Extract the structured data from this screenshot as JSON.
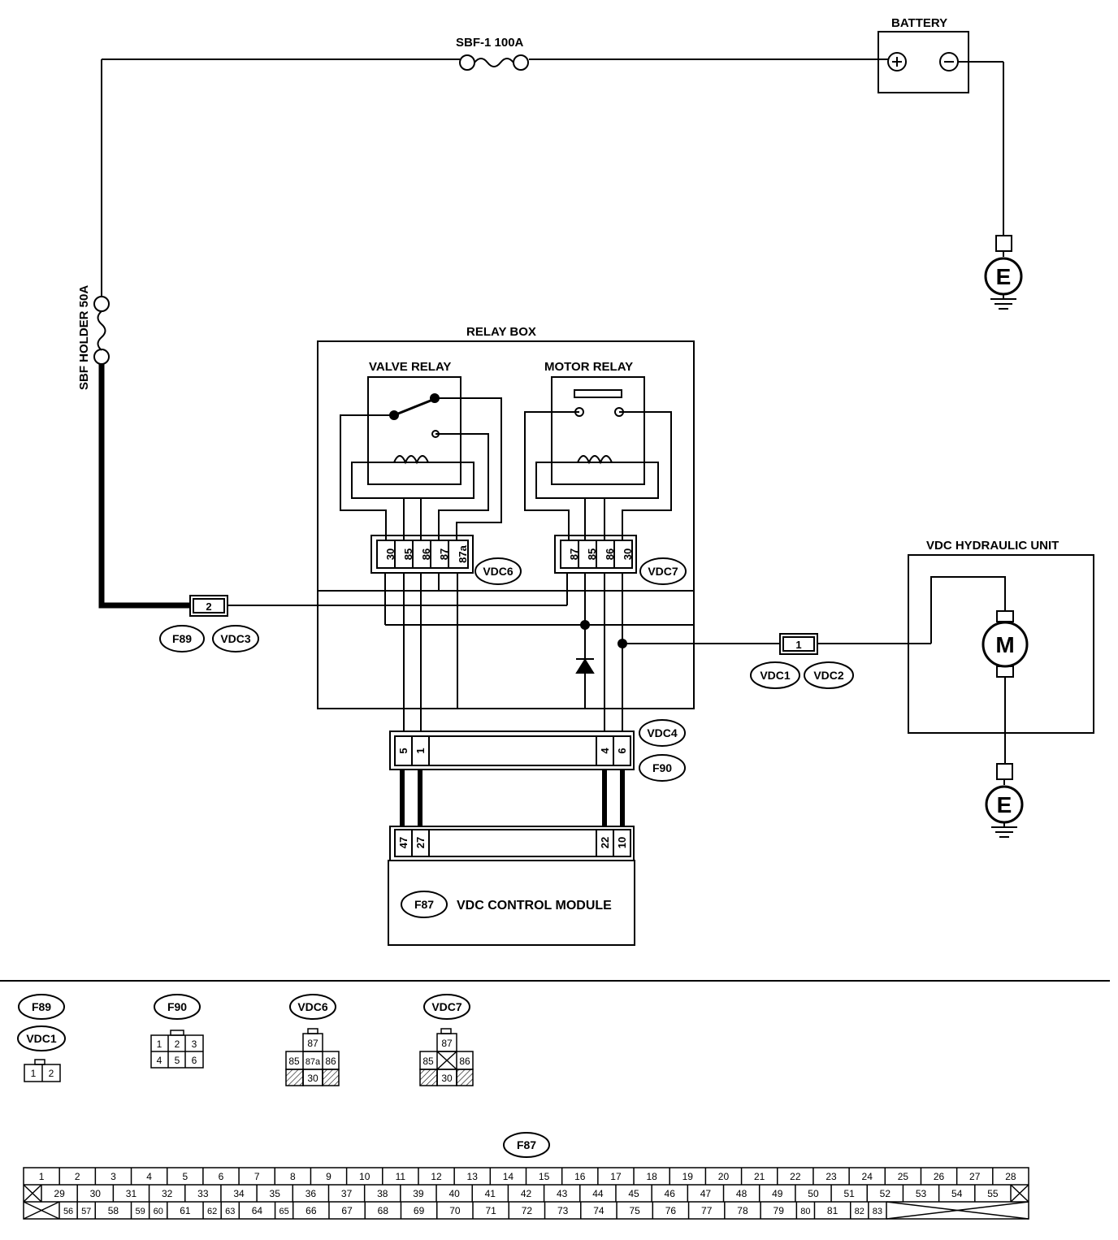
{
  "labels": {
    "battery": "BATTERY",
    "sbf1": "SBF-1 100A",
    "sbf_holder": "SBF HOLDER 50A",
    "relay_box": "RELAY BOX",
    "valve_relay": "VALVE RELAY",
    "motor_relay": "MOTOR RELAY",
    "vdc_hydraulic_unit": "VDC HYDRAULIC UNIT",
    "vdc_control_module": "VDC CONTROL MODULE",
    "ground_symbol": "E",
    "motor_symbol": "M",
    "plus": "⊕",
    "minus": "⊖"
  },
  "connectors": {
    "F89": "F89",
    "VDC3": "VDC3",
    "VDC1": "VDC1",
    "VDC2": "VDC2",
    "VDC6": "VDC6",
    "VDC7": "VDC7",
    "VDC4": "VDC4",
    "F90": "F90",
    "F87": "F87"
  },
  "pins": {
    "f89_pin": "2",
    "vdc1_pin": "1",
    "vdc6_pins": [
      "30",
      "85",
      "86",
      "87",
      "87a"
    ],
    "vdc7_pins": [
      "87",
      "85",
      "86",
      "30"
    ],
    "f90_pins_left": [
      "5",
      "1"
    ],
    "f90_pins_right": [
      "4",
      "6"
    ],
    "f87_pins_left": [
      "47",
      "27"
    ],
    "f87_pins_right": [
      "22",
      "10"
    ]
  },
  "legend": {
    "f89_vdc1_pins": [
      "1",
      "2"
    ],
    "f90_rows": [
      [
        "1",
        "2",
        "3"
      ],
      [
        "4",
        "5",
        "6"
      ]
    ],
    "vdc6_top": "87",
    "vdc6_mid": [
      "85",
      "87a",
      "86"
    ],
    "vdc6_bottom": "30",
    "vdc7_top": "87",
    "vdc7_mid": [
      "85",
      "86"
    ],
    "vdc7_bottom": "30",
    "f87_row1": [
      "1",
      "2",
      "3",
      "4",
      "5",
      "6",
      "7",
      "8",
      "9",
      "10",
      "11",
      "12",
      "13",
      "14",
      "15",
      "16",
      "17",
      "18",
      "19",
      "20",
      "21",
      "22",
      "23",
      "24",
      "25",
      "26",
      "27",
      "28"
    ],
    "f87_row2": [
      "29",
      "30",
      "31",
      "32",
      "33",
      "34",
      "35",
      "36",
      "37",
      "38",
      "39",
      "40",
      "41",
      "42",
      "43",
      "44",
      "45",
      "46",
      "47",
      "48",
      "49",
      "50",
      "51",
      "52",
      "53",
      "54",
      "55"
    ],
    "f87_row3": [
      "56",
      "57",
      "58",
      "59",
      "60",
      "61",
      "62",
      "63",
      "64",
      "65",
      "66",
      "67",
      "68",
      "69",
      "70",
      "71",
      "72",
      "73",
      "74",
      "75",
      "76",
      "77",
      "78",
      "79",
      "80",
      "81",
      "82",
      "83"
    ]
  }
}
